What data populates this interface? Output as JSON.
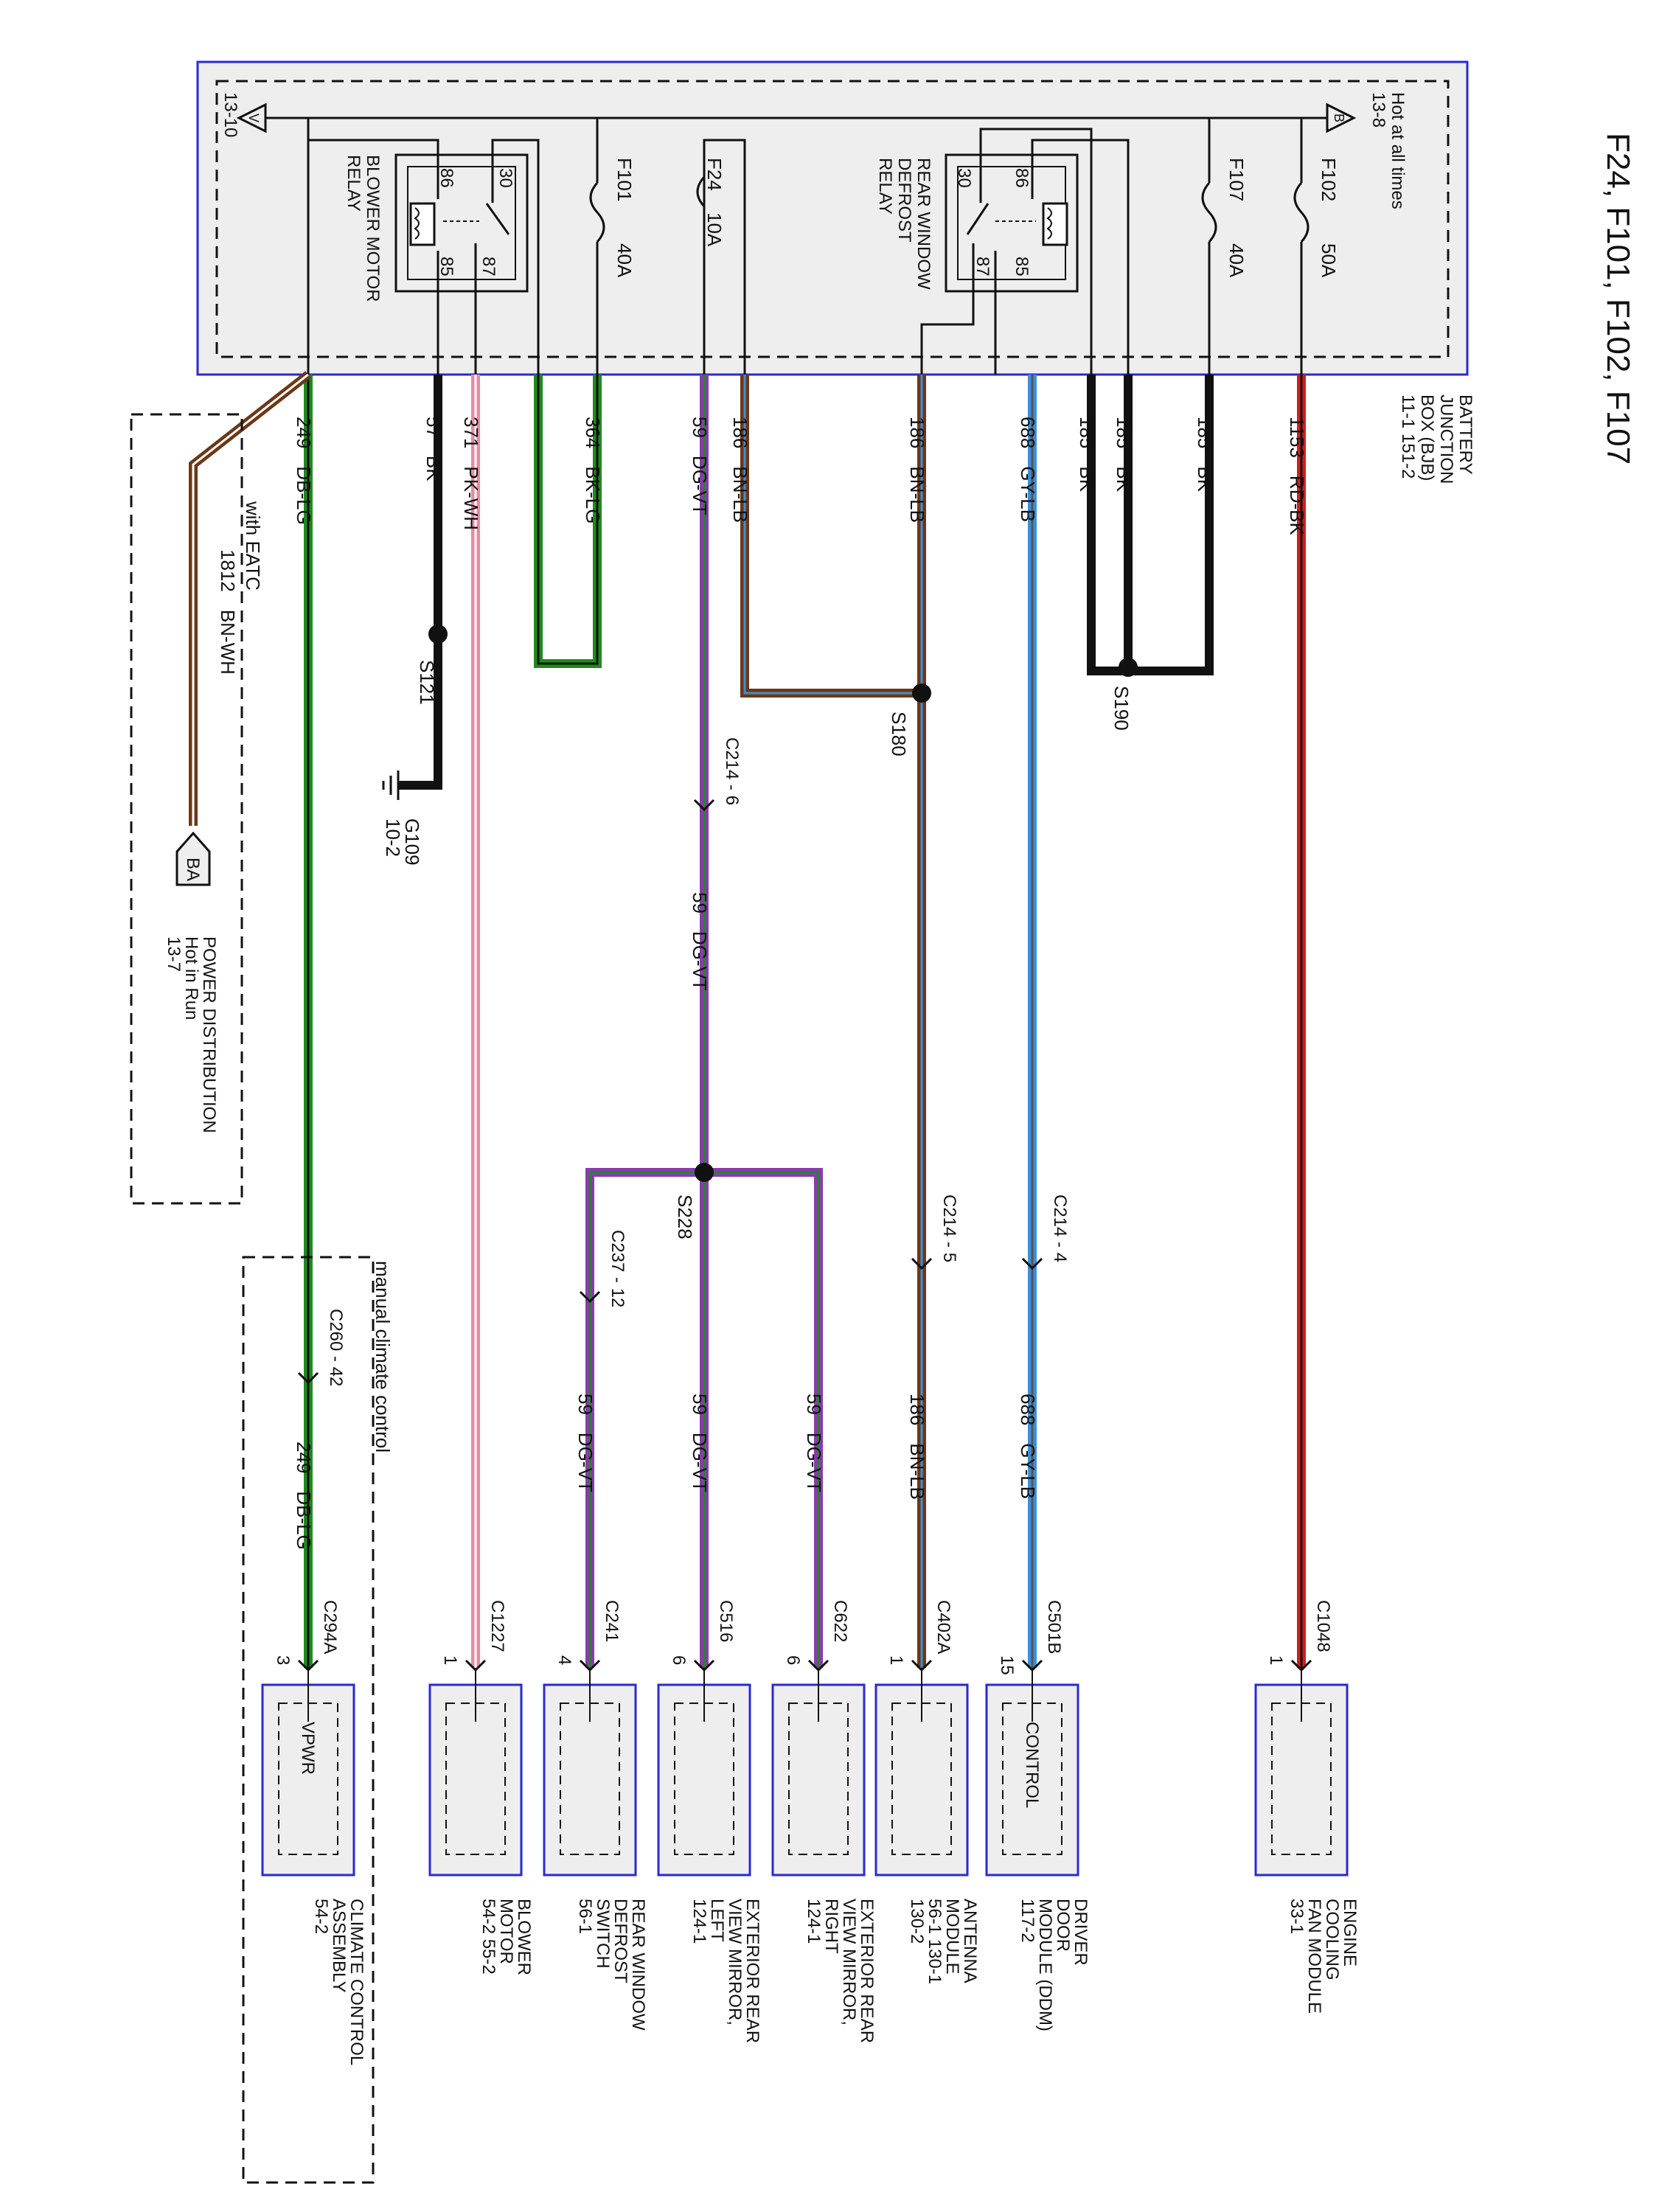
{
  "title": "F24, F101, F102, F107",
  "bjb": {
    "name_lines": [
      "BATTERY",
      "JUNCTION",
      "BOX (BJB)",
      "11-1   151-2"
    ],
    "hot_at_all_times": "Hot at all times",
    "ref_hot": "13-8",
    "ref_ground": "13-10"
  },
  "relays": {
    "blower": {
      "label_lines": [
        "BLOWER MOTOR",
        "RELAY"
      ],
      "pins": [
        "86",
        "30",
        "85",
        "87"
      ]
    },
    "defrost": {
      "label_lines": [
        "REAR WINDOW",
        "DEFROST",
        "RELAY"
      ],
      "pins": [
        "30",
        "86",
        "87",
        "85"
      ]
    }
  },
  "fuses": [
    {
      "name": "F101",
      "rating": "40A"
    },
    {
      "name": "F24",
      "rating": "10A"
    },
    {
      "name": "F107",
      "rating": "40A"
    },
    {
      "name": "F102",
      "rating": "50A"
    }
  ],
  "wires": {
    "w249": {
      "circuit": "249",
      "color": "DB-LG"
    },
    "w57": {
      "circuit": "57",
      "color": "BK"
    },
    "w371": {
      "circuit": "371",
      "color": "PK-WH"
    },
    "w364": {
      "circuit": "364",
      "color": "BK-LG"
    },
    "w59": {
      "circuit": "59",
      "color": "DG-VT"
    },
    "w186a": {
      "circuit": "186",
      "color": "BN-LB"
    },
    "w186b": {
      "circuit": "186",
      "color": "BN-LB"
    },
    "w688": {
      "circuit": "688",
      "color": "GY-LB"
    },
    "w185a": {
      "circuit": "185",
      "color": "BK"
    },
    "w185b": {
      "circuit": "185",
      "color": "BK"
    },
    "w185c": {
      "circuit": "185",
      "color": "BK"
    },
    "w1153": {
      "circuit": "1153",
      "color": "RD-BK"
    },
    "w1812": {
      "circuit": "1812",
      "color": "BN-WH"
    },
    "w59b": {
      "circuit": "59",
      "color": "DG-VT"
    },
    "w59c": {
      "circuit": "59",
      "color": "DG-VT"
    },
    "w59d": {
      "circuit": "59",
      "color": "DG-VT"
    },
    "w59e": {
      "circuit": "59",
      "color": "DG-VT"
    },
    "w186c": {
      "circuit": "186",
      "color": "BN-LB"
    },
    "w688b": {
      "circuit": "688",
      "color": "GY-LB"
    },
    "w249b": {
      "circuit": "249",
      "color": "DB-LG"
    }
  },
  "splices": {
    "s121": "S121",
    "s180": "S180",
    "s190": "S190",
    "s228": "S228"
  },
  "ground": {
    "name": "G109",
    "ref": "10-2"
  },
  "optional": {
    "with_eatc": "with EATC",
    "manual": "manual climate control"
  },
  "power_distribution": {
    "tag": "BA",
    "lines": [
      "POWER DISTRIBUTION",
      "Hot in Run",
      "13-7"
    ]
  },
  "inline_connectors": [
    "C214 - 6",
    "C214 - 5",
    "C214 - 4",
    "C237 - 12",
    "C260 - 42"
  ],
  "components": [
    {
      "connector": "C1048",
      "pin": "1",
      "inner": "",
      "label_lines": [
        "ENGINE",
        "COOLING",
        "FAN MODULE",
        "33-1"
      ]
    },
    {
      "connector": "C501B",
      "pin": "15",
      "inner": "CONTROL",
      "label_lines": [
        "DRIVER",
        "DOOR",
        "MODULE (DDM)",
        "117-2"
      ]
    },
    {
      "connector": "C402A",
      "pin": "1",
      "inner": "",
      "label_lines": [
        "ANTENNA",
        "MODULE",
        "56-1  130-1",
        "130-2"
      ]
    },
    {
      "connector": "C622",
      "pin": "6",
      "inner": "",
      "label_lines": [
        "EXTERIOR REAR",
        "VIEW MIRROR,",
        "RIGHT",
        "124-1"
      ]
    },
    {
      "connector": "C516",
      "pin": "6",
      "inner": "",
      "label_lines": [
        "EXTERIOR REAR",
        "VIEW MIRROR,",
        "LEFT",
        "124-1"
      ]
    },
    {
      "connector": "C241",
      "pin": "4",
      "inner": "",
      "label_lines": [
        "REAR WINDOW",
        "DEFROST",
        "SWITCH",
        "56-1"
      ]
    },
    {
      "connector": "C1227",
      "pin": "1",
      "inner": "",
      "label_lines": [
        "BLOWER",
        "MOTOR",
        "54-2  55-2"
      ]
    },
    {
      "connector": "C294A",
      "pin": "3",
      "inner": "VPWR",
      "label_lines": [
        "CLIMATE CONTROL",
        "ASSEMBLY",
        "54-2"
      ]
    }
  ],
  "colors": {
    "box_border": "#2a2ad0",
    "box_fill": "#eeeeee",
    "wire_black": "#000000",
    "wire_red": "#d41c1c",
    "wire_pink": "#e58ba6",
    "wire_green": "#1f8a1f",
    "wire_violet": "#8a3ab0",
    "wire_brown": "#6b3818",
    "wire_blue": "#3d8fd6"
  }
}
